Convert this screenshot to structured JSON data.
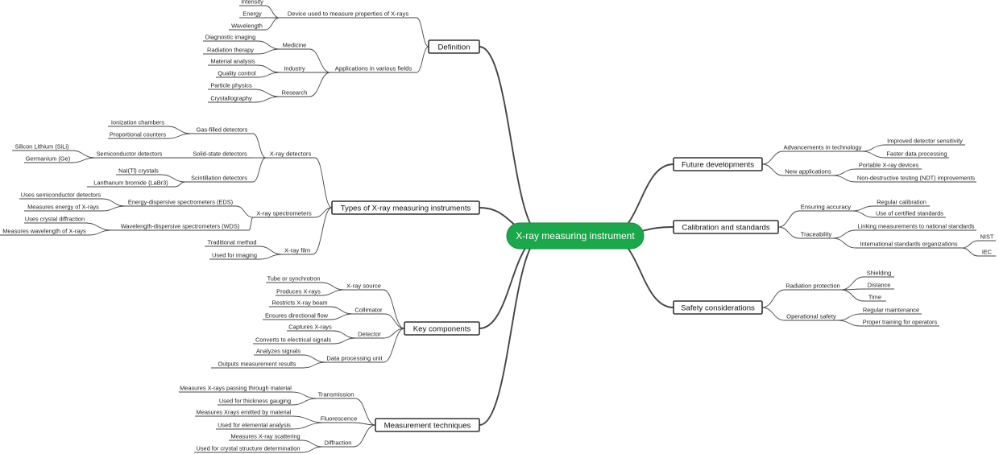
{
  "root": {
    "label": "X-ray measuring instrument"
  },
  "branches": [
    {
      "label": "Definition",
      "children": [
        {
          "label": "Device used to measure properties of X-rays",
          "children": [
            {
              "label": "Intensity"
            },
            {
              "label": "Energy"
            },
            {
              "label": "Wavelength"
            }
          ]
        },
        {
          "label": "Applications in various fields",
          "children": [
            {
              "label": "Medicine",
              "children": [
                {
                  "label": "Diagnostic imaging"
                },
                {
                  "label": "Radiation therapy"
                }
              ]
            },
            {
              "label": "Industry",
              "children": [
                {
                  "label": "Material analysis"
                },
                {
                  "label": "Quality control"
                }
              ]
            },
            {
              "label": "Research",
              "children": [
                {
                  "label": "Particle physics"
                },
                {
                  "label": "Crystallography"
                }
              ]
            }
          ]
        }
      ]
    },
    {
      "label": "Types of X-ray measuring instruments",
      "children": [
        {
          "label": "X-ray detectors",
          "children": [
            {
              "label": "Gas-filled detectors",
              "children": [
                {
                  "label": "Ionization chambers"
                },
                {
                  "label": "Proportional counters"
                }
              ]
            },
            {
              "label": "Solid-state detectors",
              "children": [
                {
                  "label": "Semiconductor detectors",
                  "children": [
                    {
                      "label": "Silicon Lithium (SiLi)"
                    },
                    {
                      "label": "Germanium (Ge)"
                    }
                  ]
                }
              ]
            },
            {
              "label": "Scintillation detectors",
              "children": [
                {
                  "label": "NaI(Tl) crystals"
                },
                {
                  "label": "Lanthanum bromide (LaBr3)"
                }
              ]
            }
          ]
        },
        {
          "label": "X-ray spectrometers",
          "children": [
            {
              "label": "Energy-dispersive spectrometers (EDS)",
              "children": [
                {
                  "label": "Uses semiconductor detectors"
                },
                {
                  "label": "Measures energy of X-rays"
                }
              ]
            },
            {
              "label": "Wavelength-dispersive spectrometers (WDS)",
              "children": [
                {
                  "label": "Uses crystal diffraction"
                },
                {
                  "label": "Measures wavelength of X-rays"
                }
              ]
            }
          ]
        },
        {
          "label": "X-ray film",
          "children": [
            {
              "label": "Traditional method"
            },
            {
              "label": "Used for imaging"
            }
          ]
        }
      ]
    },
    {
      "label": "Key components",
      "children": [
        {
          "label": "X-ray source",
          "children": [
            {
              "label": "Tube or synchrotron"
            },
            {
              "label": "Produces X-rays"
            }
          ]
        },
        {
          "label": "Collimator",
          "children": [
            {
              "label": "Restricts X-ray beam"
            },
            {
              "label": "Ensures directional flow"
            }
          ]
        },
        {
          "label": "Detector",
          "children": [
            {
              "label": "Captures X-rays"
            },
            {
              "label": "Converts to electrical signals"
            }
          ]
        },
        {
          "label": "Data processing unit",
          "children": [
            {
              "label": "Analyzes signals"
            },
            {
              "label": "Outputs measurement results"
            }
          ]
        }
      ]
    },
    {
      "label": "Measurement techniques",
      "children": [
        {
          "label": "Transmission",
          "children": [
            {
              "label": "Measures X-rays passing through material"
            },
            {
              "label": "Used for thickness gauging"
            }
          ]
        },
        {
          "label": "Fluorescence",
          "children": [
            {
              "label": "Measures Xrays emitted by material"
            },
            {
              "label": "Used for elemental analysis"
            }
          ]
        },
        {
          "label": "Diffraction",
          "children": [
            {
              "label": "Measures X-ray scattering"
            },
            {
              "label": "Used for crystal structure determination"
            }
          ]
        }
      ]
    },
    {
      "label": "Future developments",
      "children": [
        {
          "label": "Advancements in technology",
          "children": [
            {
              "label": "Improved detector sensitivity"
            },
            {
              "label": "Faster data processing"
            }
          ]
        },
        {
          "label": "New applications",
          "children": [
            {
              "label": "Portable X-ray devices"
            },
            {
              "label": "Non-destructive testing (NDT) improvements"
            }
          ]
        }
      ]
    },
    {
      "label": "Calibration and standards",
      "children": [
        {
          "label": "Ensuring accuracy",
          "children": [
            {
              "label": "Regular calibration"
            },
            {
              "label": "Use of certified standards"
            }
          ]
        },
        {
          "label": "Traceability",
          "children": [
            {
              "label": "Linking measurements to national standards"
            },
            {
              "label": "International standards organizations",
              "children": [
                {
                  "label": "NIST"
                },
                {
                  "label": "IEC"
                }
              ]
            }
          ]
        }
      ]
    },
    {
      "label": "Safety considerations",
      "children": [
        {
          "label": "Radiation protection",
          "children": [
            {
              "label": "Shielding"
            },
            {
              "label": "Distance"
            },
            {
              "label": "Time"
            }
          ]
        },
        {
          "label": "Operational safety",
          "children": [
            {
              "label": "Regular maintenance"
            },
            {
              "label": "Proper training for operators"
            }
          ]
        }
      ]
    }
  ]
}
